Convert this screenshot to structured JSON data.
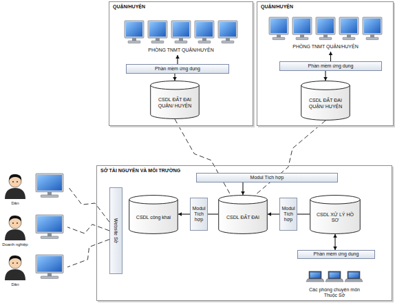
{
  "diagram": {
    "nodes": [
      {
        "text": [
          "QUẬN/HUYỆN"
        ]
      },
      {
        "text": [
          "PHÒNG TNMT QUẬN/HUYỆN"
        ],
        "in": 0
      },
      {
        "text": [
          "Phần mềm ứng dụng"
        ],
        "in": 0
      },
      {
        "text": [
          "CSDL ĐẤT ĐAI QUẬN/ HUYỆN"
        ],
        "in": 0
      },
      {
        "text": [
          "QUẬN/HUYỆN"
        ]
      },
      {
        "text": [
          "PHÒNG TNMT QUẬN/HUYỆN"
        ],
        "in": 4
      },
      {
        "text": [
          "Phần mềm ứng dụng"
        ],
        "in": 4
      },
      {
        "text": [
          "CSDL ĐẤT ĐAI QUẬN/ HUYỆN"
        ],
        "in": 4
      },
      {
        "text": [
          "SỞ TÀI NGUYÊN VÀ MÔI TRƯỜNG"
        ]
      },
      {
        "text": [
          "Modul Tích hợp"
        ],
        "in": 8
      },
      {
        "text": [
          "Website Sở"
        ],
        "in": 8
      },
      {
        "text": [
          "CSDL công khai"
        ],
        "in": 8
      },
      {
        "text": [
          "Modul Tích hợp"
        ],
        "in": 8
      },
      {
        "text": [
          "CSDL ĐẤT ĐAI"
        ],
        "in": 8
      },
      {
        "text": [
          "Modul Tích hợp"
        ],
        "in": 8
      },
      {
        "text": [
          "CSDL XỬ LÝ HỒ SƠ"
        ],
        "in": 8
      },
      {
        "text": [
          "Phần mềm ứng dụng"
        ],
        "in": 8
      },
      {
        "text": [
          "Các phòng chuyên môn Thuộc Sở"
        ],
        "in": 8
      },
      {
        "text": [
          "Dân"
        ]
      },
      {
        "text": [
          "Doanh nghiệp"
        ]
      },
      {
        "text": [
          "Dân"
        ]
      }
    ],
    "edges": [
      {
        "from": 2,
        "to": 1,
        "arrow": "to"
      },
      {
        "from": 2,
        "to": 3,
        "arrow": "to"
      },
      {
        "from": 6,
        "to": 5,
        "arrow": "to"
      },
      {
        "from": 6,
        "to": 7,
        "arrow": "to"
      },
      {
        "from": 3,
        "to": 13,
        "arrow": "none"
      },
      {
        "from": 7,
        "to": 13,
        "arrow": "none"
      },
      {
        "from": 9,
        "to": 13,
        "arrow": "to"
      },
      {
        "from": 12,
        "to": 11,
        "arrow": "to"
      },
      {
        "from": 13,
        "to": 12,
        "arrow": "none"
      },
      {
        "from": 14,
        "to": 13,
        "arrow": "to"
      },
      {
        "from": 15,
        "to": 14,
        "arrow": "none"
      },
      {
        "from": 16,
        "to": 15,
        "arrow": "both"
      },
      {
        "from": 10,
        "to": 18,
        "arrow": "none"
      },
      {
        "from": 10,
        "to": 19,
        "arrow": "none"
      },
      {
        "from": 10,
        "to": 20,
        "arrow": "none"
      }
    ]
  }
}
